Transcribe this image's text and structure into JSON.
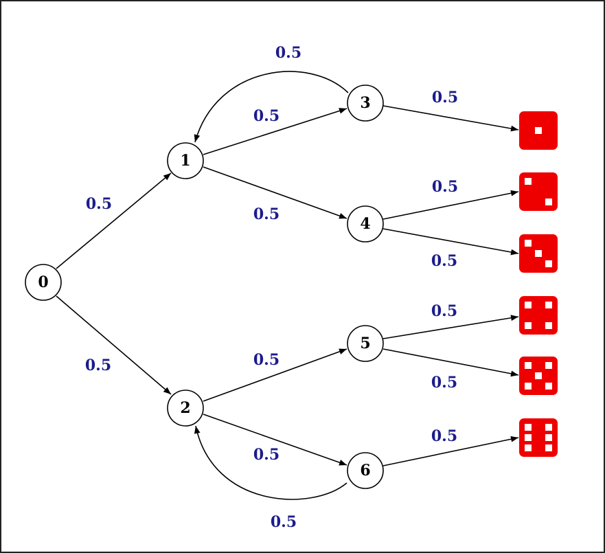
{
  "diagram": {
    "colors": {
      "probability_label": "#1c1c8c",
      "die": "#ee0000",
      "pip": "#ffffff",
      "edge": "#000000"
    },
    "nodes": [
      {
        "id": "n0",
        "label": "0"
      },
      {
        "id": "n1",
        "label": "1"
      },
      {
        "id": "n2",
        "label": "2"
      },
      {
        "id": "n3",
        "label": "3"
      },
      {
        "id": "n4",
        "label": "4"
      },
      {
        "id": "n5",
        "label": "5"
      },
      {
        "id": "n6",
        "label": "6"
      }
    ],
    "dice": [
      {
        "id": "d1",
        "face": 1
      },
      {
        "id": "d2",
        "face": 2
      },
      {
        "id": "d3",
        "face": 3
      },
      {
        "id": "d4",
        "face": 4
      },
      {
        "id": "d5",
        "face": 5
      },
      {
        "id": "d6",
        "face": 6
      }
    ],
    "edges": [
      {
        "from": "n0",
        "to": "n1",
        "probability": "0.5"
      },
      {
        "from": "n0",
        "to": "n2",
        "probability": "0.5"
      },
      {
        "from": "n1",
        "to": "n3",
        "probability": "0.5"
      },
      {
        "from": "n1",
        "to": "n4",
        "probability": "0.5"
      },
      {
        "from": "n2",
        "to": "n5",
        "probability": "0.5"
      },
      {
        "from": "n2",
        "to": "n6",
        "probability": "0.5"
      },
      {
        "from": "n3",
        "to": "n1",
        "probability": "0.5"
      },
      {
        "from": "n6",
        "to": "n2",
        "probability": "0.5"
      },
      {
        "from": "n3",
        "to": "d1",
        "probability": "0.5"
      },
      {
        "from": "n4",
        "to": "d2",
        "probability": "0.5"
      },
      {
        "from": "n4",
        "to": "d3",
        "probability": "0.5"
      },
      {
        "from": "n5",
        "to": "d4",
        "probability": "0.5"
      },
      {
        "from": "n5",
        "to": "d5",
        "probability": "0.5"
      },
      {
        "from": "n6",
        "to": "d6",
        "probability": "0.5"
      }
    ]
  }
}
